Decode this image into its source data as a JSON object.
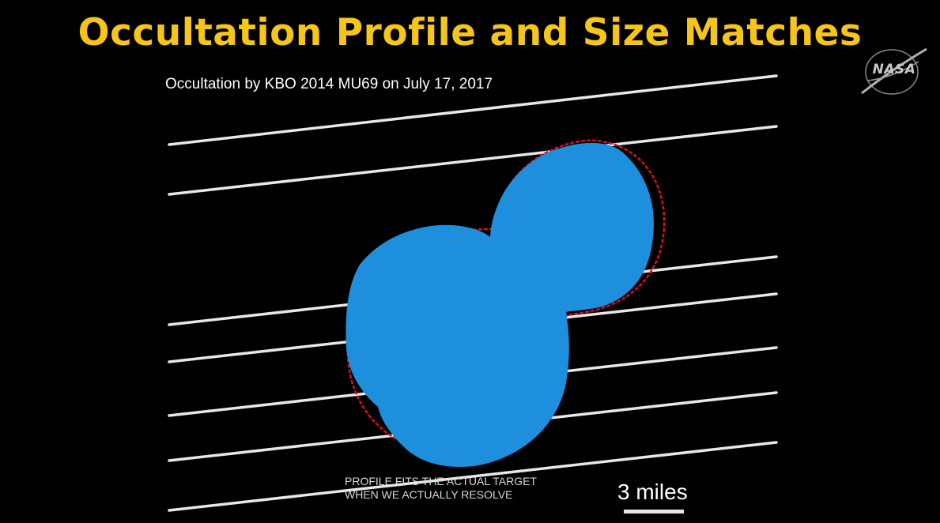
{
  "slide": {
    "title": "Occultation Profile and Size Matches",
    "subtitle": "Occultation by KBO 2014 MU69 on July 17, 2017",
    "logo_text": "NASA",
    "caption_line_1": "PROFILE FITS THE ACTUAL TARGET",
    "caption_line_2": "WHEN WE ACTUALLY RESOLVE",
    "scale_label": "3 miles"
  },
  "colors": {
    "background": "#000000",
    "title": "#f5c518",
    "body_fill": "#1d8fdc",
    "profile_outline": "#d01028",
    "chord_line": "#e8e8e8"
  },
  "icons": {
    "logo": "nasa-meatball-logo"
  }
}
